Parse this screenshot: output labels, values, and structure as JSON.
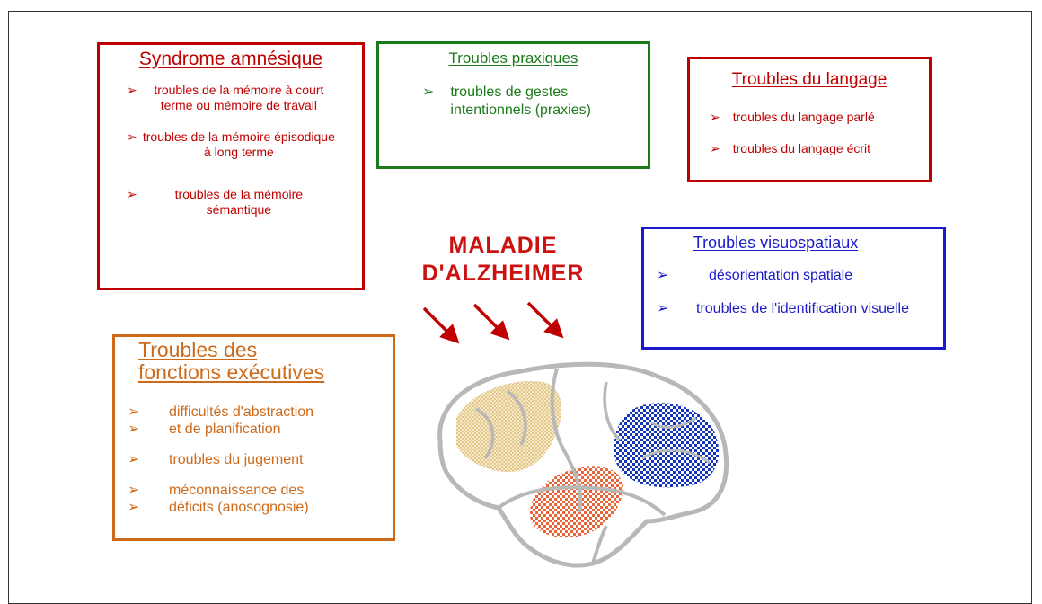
{
  "main_title": [
    "MALADIE",
    "D'ALZHEIMER"
  ],
  "bullet_glyph": "➢",
  "boxes": {
    "amnesique": {
      "title": "Syndrome amnésique",
      "items": [
        "troubles de la mémoire à court terme ou mémoire de travail",
        "troubles de la mémoire épisodique à long terme",
        "troubles de la mémoire sémantique"
      ]
    },
    "praxiques": {
      "title": "Troubles praxiques",
      "items": [
        "troubles de gestes intentionnels (praxies)"
      ]
    },
    "langage": {
      "title": "Troubles du langage",
      "items": [
        "troubles du langage parlé",
        "troubles du langage écrit"
      ]
    },
    "visuospatiaux": {
      "title": "Troubles visuospatiaux",
      "items": [
        "désorientation spatiale",
        "troubles de l'identification visuelle"
      ]
    },
    "executives": {
      "title": [
        "Troubles des",
        "fonctions exécutives"
      ],
      "items": [
        "difficultés d'abstraction",
        "et de planification",
        "troubles du jugement",
        "méconnaissance des",
        "déficits (anosognosie)"
      ]
    }
  },
  "colors": {
    "red": "#c00000",
    "green": "#1a7a1a",
    "blue": "#1a1acc",
    "orange": "#cc6a1a",
    "title_red": "#cc1111",
    "brain_outline": "#b8b8b8"
  },
  "brain_regions": [
    "frontal-region",
    "temporal-region",
    "occipital-region"
  ]
}
